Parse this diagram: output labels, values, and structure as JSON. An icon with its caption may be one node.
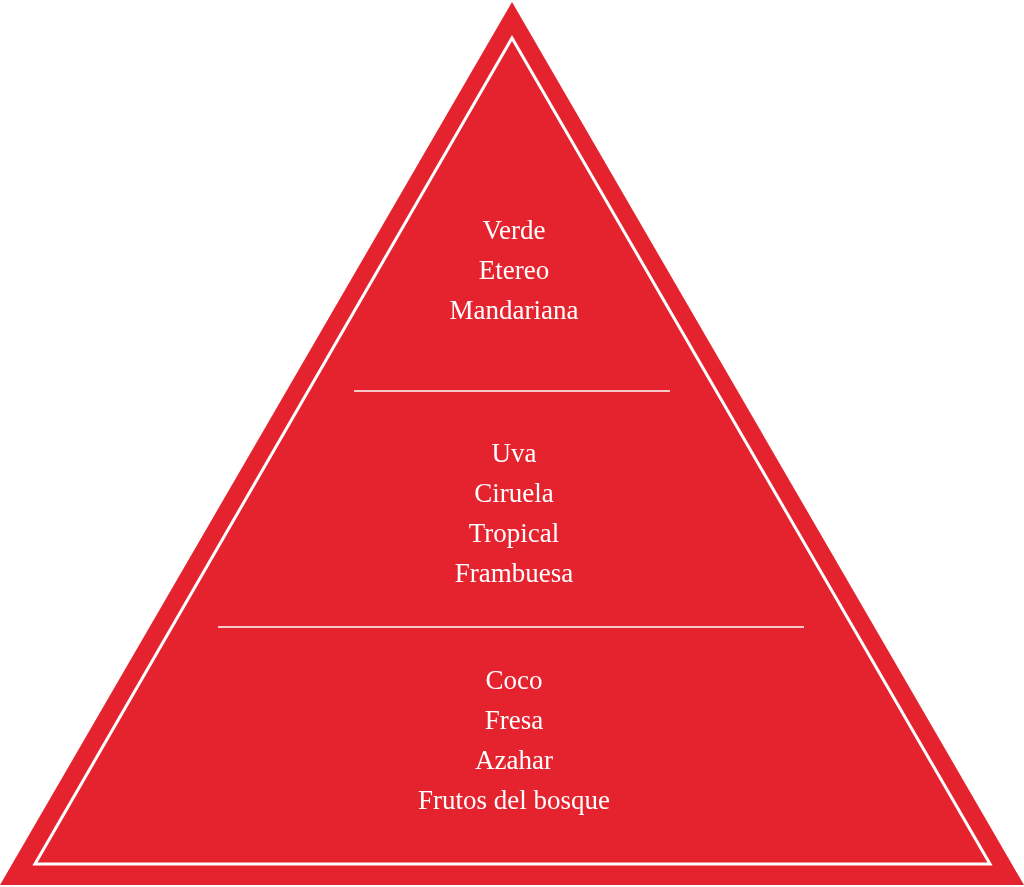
{
  "diagram": {
    "nodes": [
      {
        "text": [],
        "shape": "triangle"
      },
      {
        "text": [
          "Verde",
          "Etereo",
          "Mandariana"
        ],
        "in": 0
      },
      {
        "text": [
          "Uva",
          "Ciruela",
          "Tropical",
          "Frambuesa"
        ],
        "in": 0
      },
      {
        "text": [
          "Coco",
          "Fresa",
          "Azahar",
          "Frutos del bosque"
        ],
        "in": 0
      }
    ]
  }
}
